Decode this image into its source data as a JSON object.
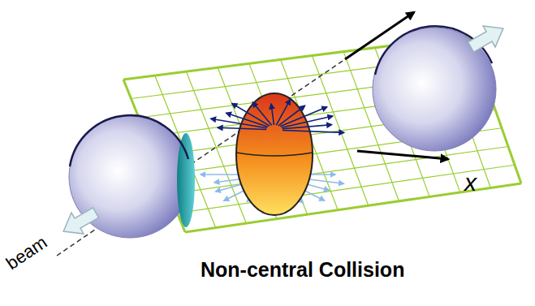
{
  "diagram": {
    "caption": "Non-central Collision",
    "labels": [
      "x",
      "beam"
    ]
  }
}
